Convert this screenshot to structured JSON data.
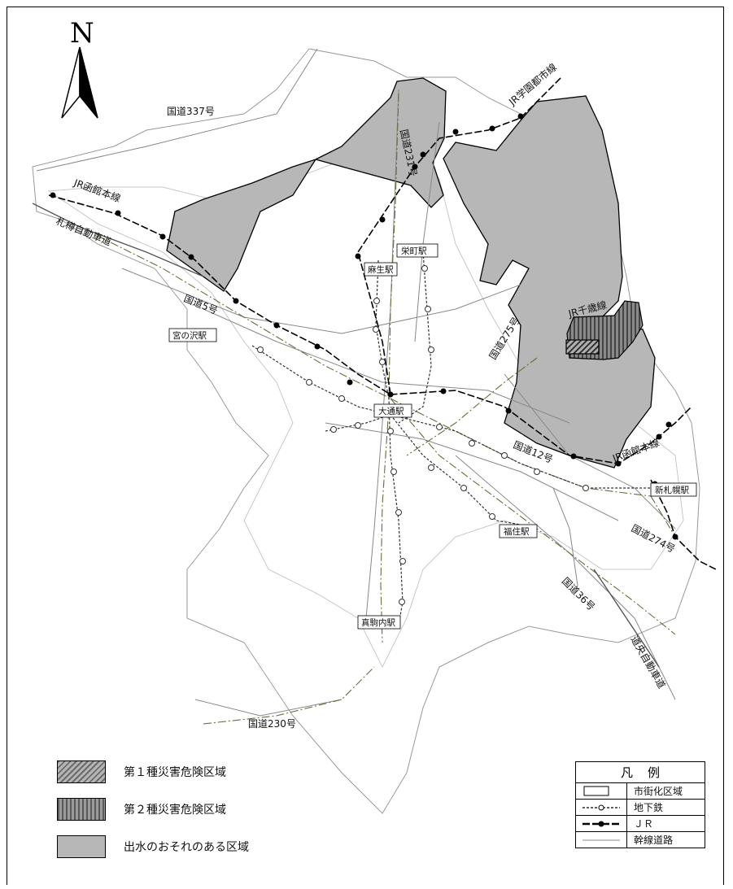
{
  "north": "N",
  "roads": {
    "r337": "国道337号",
    "r231": "国道231号",
    "r5": "国道5号",
    "r275": "国道275号",
    "r12": "国道12号",
    "r274": "国道274号",
    "r36": "国道36号",
    "r230": "国道230号",
    "sasson": "札樽自動車道",
    "doou": "道央自動車道"
  },
  "rail": {
    "gakuen": "JR学園都市線",
    "hakodate": "JR函館本線",
    "chitose": "JR千歳線",
    "hakodate_e": "JR函館本線"
  },
  "stations": {
    "sakaemachi": "栄町駅",
    "asabu": "麻生駅",
    "miyanosawa": "宮の沢駅",
    "odori": "大通駅",
    "shinsapporo": "新札幌駅",
    "fukuzumi": "福住駅",
    "makomanai": "真駒内駅"
  },
  "legend_left": {
    "zone1": "第１種災害危険区域",
    "zone2": "第２種災害危険区域",
    "flood": "出水のおそれのある区域"
  },
  "legend_box": {
    "title": "凡例",
    "urban": "市街化区域",
    "subway": "地下鉄",
    "jr": "ＪＲ",
    "trunk": "幹線道路"
  },
  "colors": {
    "flood": "#b7b7b7",
    "zone2": "#7a7a7a",
    "zone1": "#5a5a5a"
  }
}
